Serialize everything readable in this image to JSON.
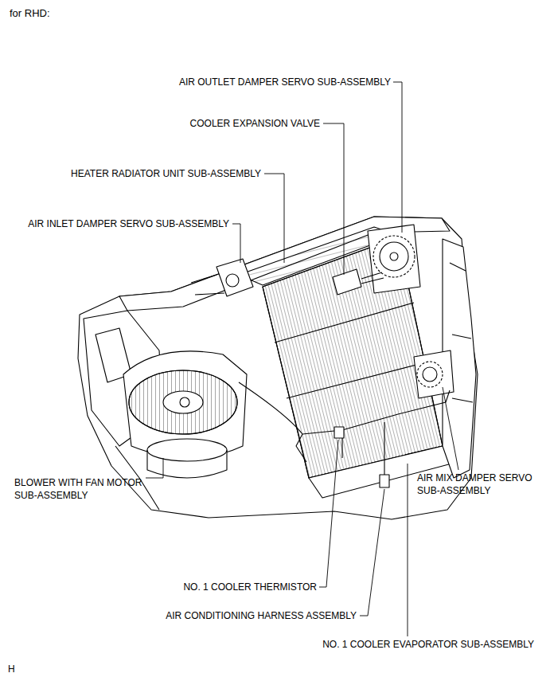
{
  "diagram": {
    "title": "for RHD:",
    "labels": [
      "AIR OUTLET DAMPER SERVO SUB-ASSEMBLY",
      "COOLER EXPANSION VALVE",
      "HEATER RADIATOR UNIT SUB-ASSEMBLY",
      "AIR INLET DAMPER SERVO SUB-ASSEMBLY",
      "BLOWER WITH FAN MOTOR SUB-ASSEMBLY",
      "AIR MIX DAMPER SERVO SUB-ASSEMBLY",
      "NO. 1 COOLER THERMISTOR",
      "AIR CONDITIONING HARNESS ASSEMBLY",
      "NO. 1 COOLER EVAPORATOR SUB-ASSEMBLY",
      "H"
    ]
  }
}
